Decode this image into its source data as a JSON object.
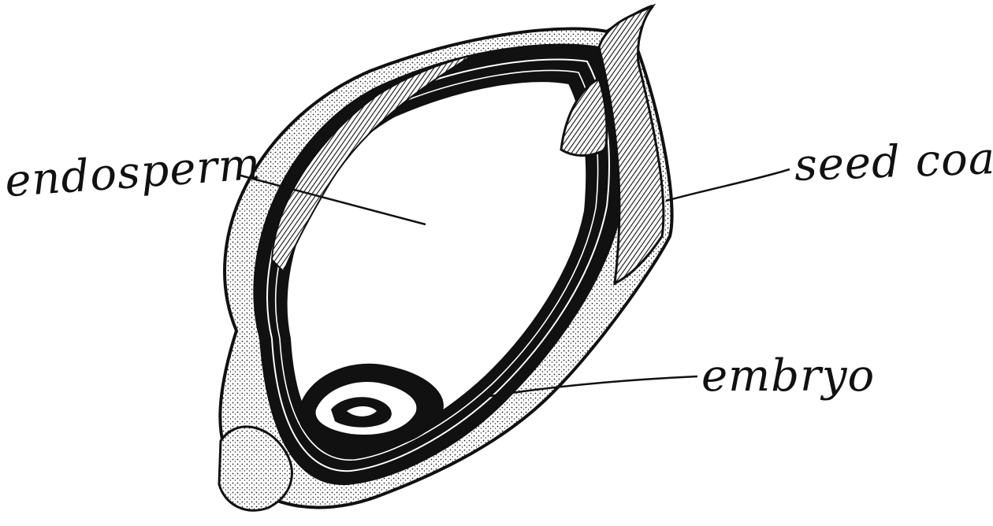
{
  "diagram": {
    "labels": {
      "endosperm": "endosperm",
      "seed_coat": "seed coat",
      "embryo": "embryo"
    }
  },
  "colors": {
    "ink": "#111111",
    "paper": "#ffffff"
  }
}
